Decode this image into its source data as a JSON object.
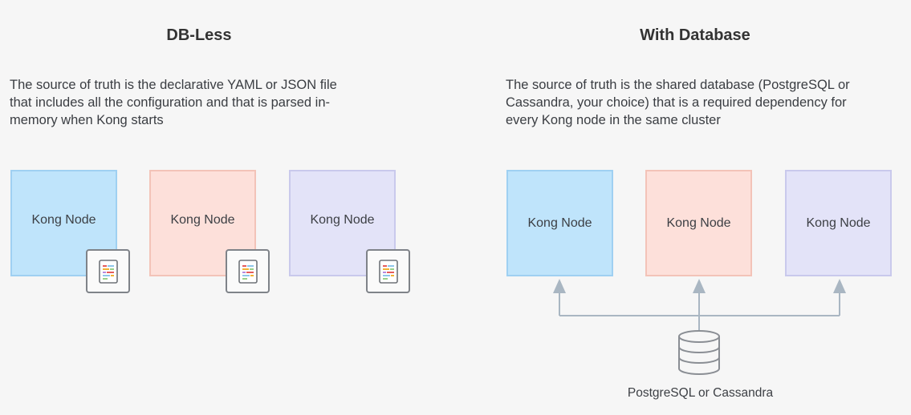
{
  "left": {
    "title": "DB-Less",
    "description_lines": [
      "The source of truth is the declarative YAML or JSON file",
      "that includes all the configuration and that is parsed in-",
      "memory when Kong starts"
    ],
    "nodes": [
      "Kong Node",
      "Kong Node",
      "Kong Node"
    ],
    "file_icon": "config-file-icon"
  },
  "right": {
    "title": "With Database",
    "description_lines": [
      "The source of truth is the shared database (PostgreSQL or",
      "Cassandra, your choice) that is a required dependency for",
      "every Kong node in the same cluster"
    ],
    "nodes": [
      "Kong Node",
      "Kong Node",
      "Kong Node"
    ],
    "database_icon": "database-icon",
    "database_label": "PostgreSQL or Cassandra"
  },
  "colors": {
    "background": "#f6f6f6",
    "node_blue": "#bfe4fb",
    "node_pink": "#fde0da",
    "node_lavender": "#e3e3f8",
    "connector": "#a9b6c2"
  }
}
